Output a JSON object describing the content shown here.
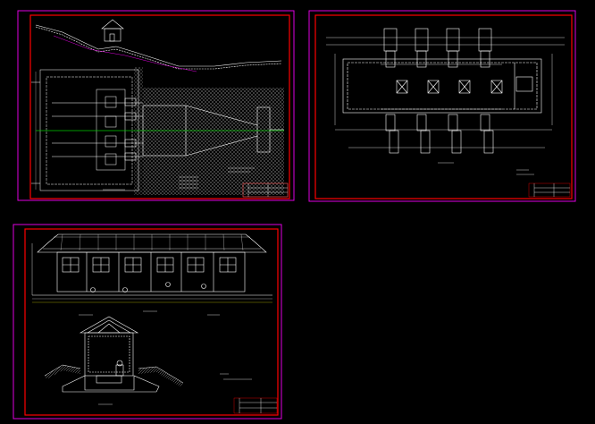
{
  "sheets": [
    {
      "id": "site-plan",
      "title_block_text": "",
      "caption": ""
    },
    {
      "id": "floor-plan",
      "title_block_text": "",
      "caption": ""
    },
    {
      "id": "elevation-section",
      "title_block_text": "",
      "caption": ""
    }
  ],
  "colors": {
    "background": "#000000",
    "sheet_border": "#e000e0",
    "frame": "#ff0000",
    "lines": "#ffffff",
    "pipe_centerline": "#00cc00",
    "dimension": "#ffff00"
  }
}
